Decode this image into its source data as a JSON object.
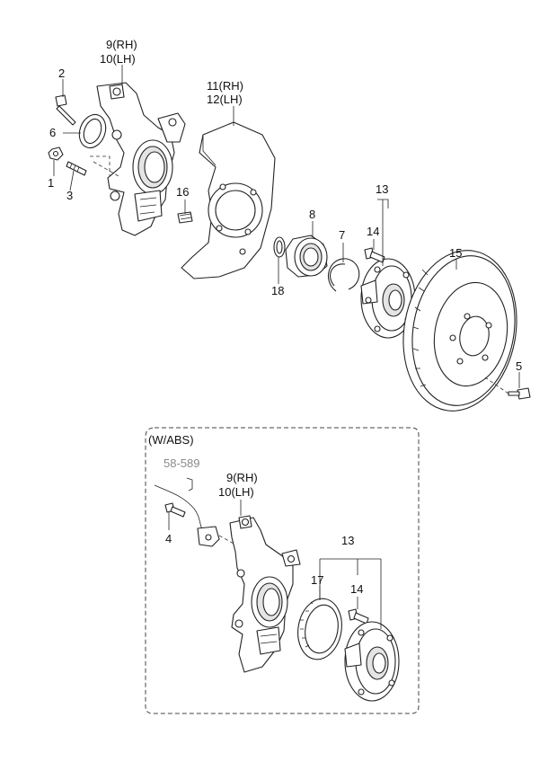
{
  "callouts": {
    "p9_rh_top": "9(RH)",
    "p10_lh_top": "10(LH)",
    "p2": "2",
    "p6": "6",
    "p1": "1",
    "p3": "3",
    "p16": "16",
    "p11_rh": "11(RH)",
    "p12_lh": "12(LH)",
    "p8": "8",
    "p7": "7",
    "p18": "18",
    "p13_top": "13",
    "p14_top": "14",
    "p15": "15",
    "p5": "5"
  },
  "abs_box": {
    "title": "(W/ABS)",
    "ref": "58-589",
    "p9_rh": "9(RH)",
    "p10_lh": "10(LH)",
    "p4": "4",
    "p13": "13",
    "p17": "17",
    "p14": "14"
  }
}
